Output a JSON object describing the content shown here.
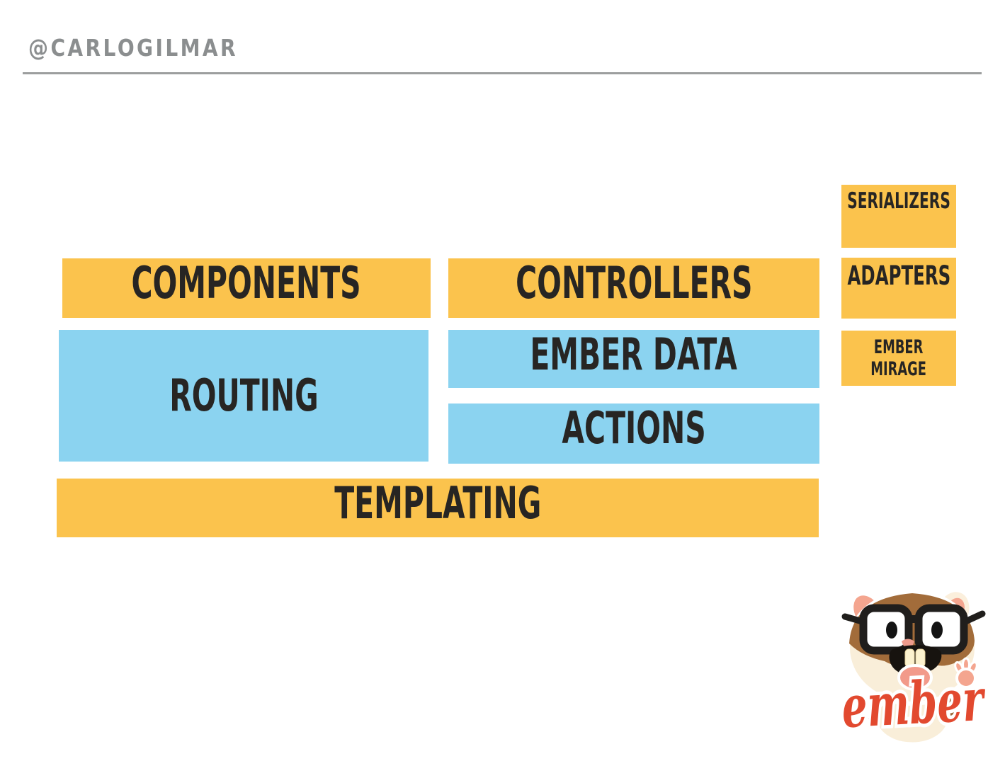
{
  "header": {
    "handle": "@CARLOGILMAR"
  },
  "diagram": {
    "components": {
      "label": "COMPONENTS"
    },
    "controllers": {
      "label": "CONTROLLERS"
    },
    "serializers": {
      "label": "SERIALIZERS"
    },
    "adapters": {
      "label": "ADAPTERS"
    },
    "routing": {
      "label": "ROUTING"
    },
    "ember_data": {
      "label": "EMBER DATA"
    },
    "ember_mirage": {
      "line1": "EMBER",
      "line2": "MIRAGE"
    },
    "actions": {
      "label": "ACTIONS"
    },
    "templating": {
      "label": "TEMPLATING"
    }
  },
  "logo": {
    "wordmark": "ember",
    "mascot": "tomster-hamster-with-glasses"
  },
  "colors": {
    "orange": "#FBC34D",
    "blue": "#8BD3F0",
    "text_dark": "#272523",
    "header_gray": "#8B8E8F",
    "rule_gray": "#9C9E9E",
    "ember_red": "#E2492F"
  }
}
